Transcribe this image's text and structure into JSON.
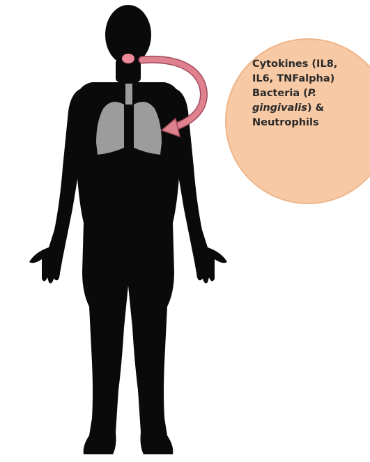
{
  "bubble": {
    "line1": "Cytokines (IL8,",
    "line2": "IL6, TNFalpha)",
    "line3_prefix": "Bacteria (",
    "line3_italic": "P.",
    "line4_italic": "gingivalis",
    "line4_suffix": ") &",
    "line5": "Neutrophils"
  },
  "colors": {
    "silhouette": "#0a0a0a",
    "mouth": "#f08a9a",
    "lungs": "#9c9c9c",
    "arrow": "#e0818f",
    "arrow_outline": "#a04a5a",
    "bubble_fill": "#f7c9a4",
    "bubble_stroke": "#efb58a"
  }
}
